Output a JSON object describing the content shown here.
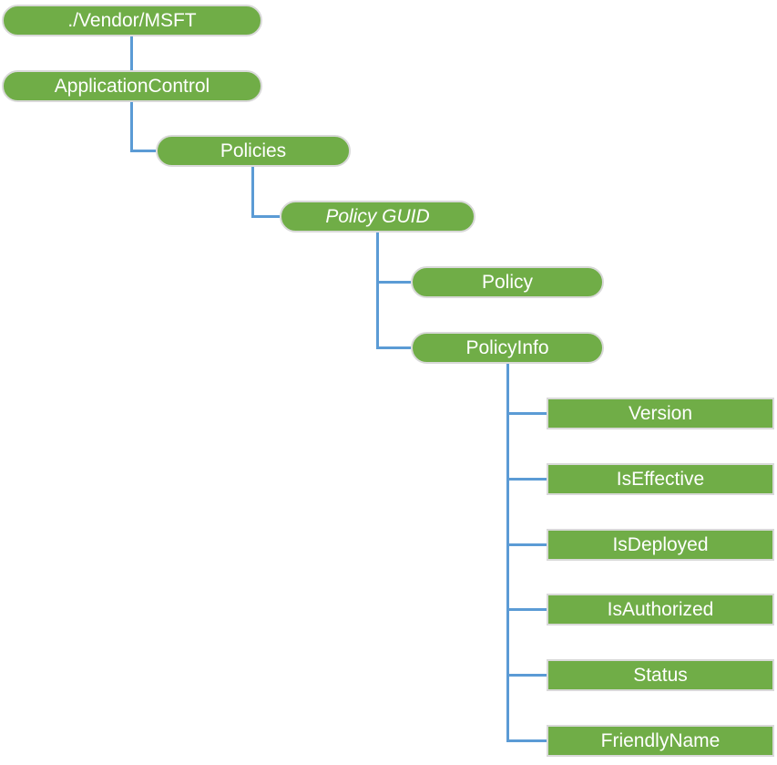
{
  "colors": {
    "node_fill": "#70AD47",
    "node_border": "#D9D9D9",
    "node_text": "#FFFFFF",
    "connector": "#5B9BD5",
    "background": "#FFFFFF"
  },
  "tree": {
    "nodes": [
      {
        "label": "./Vendor/MSFT",
        "shape": "pill",
        "style": "normal",
        "parent": null
      },
      {
        "label": "ApplicationControl",
        "shape": "pill",
        "style": "normal",
        "parent": "./Vendor/MSFT"
      },
      {
        "label": "Policies",
        "shape": "pill",
        "style": "normal",
        "parent": "ApplicationControl"
      },
      {
        "label": "Policy GUID",
        "shape": "pill",
        "style": "italic",
        "parent": "Policies"
      },
      {
        "label": "Policy",
        "shape": "pill",
        "style": "normal",
        "parent": "Policy GUID"
      },
      {
        "label": "PolicyInfo",
        "shape": "pill",
        "style": "normal",
        "parent": "Policy GUID"
      },
      {
        "label": "Version",
        "shape": "rect",
        "style": "normal",
        "parent": "PolicyInfo"
      },
      {
        "label": "IsEffective",
        "shape": "rect",
        "style": "normal",
        "parent": "PolicyInfo"
      },
      {
        "label": "IsDeployed",
        "shape": "rect",
        "style": "normal",
        "parent": "PolicyInfo"
      },
      {
        "label": "IsAuthorized",
        "shape": "rect",
        "style": "normal",
        "parent": "PolicyInfo"
      },
      {
        "label": "Status",
        "shape": "rect",
        "style": "normal",
        "parent": "PolicyInfo"
      },
      {
        "label": "FriendlyName",
        "shape": "rect",
        "style": "normal",
        "parent": "PolicyInfo"
      }
    ]
  }
}
